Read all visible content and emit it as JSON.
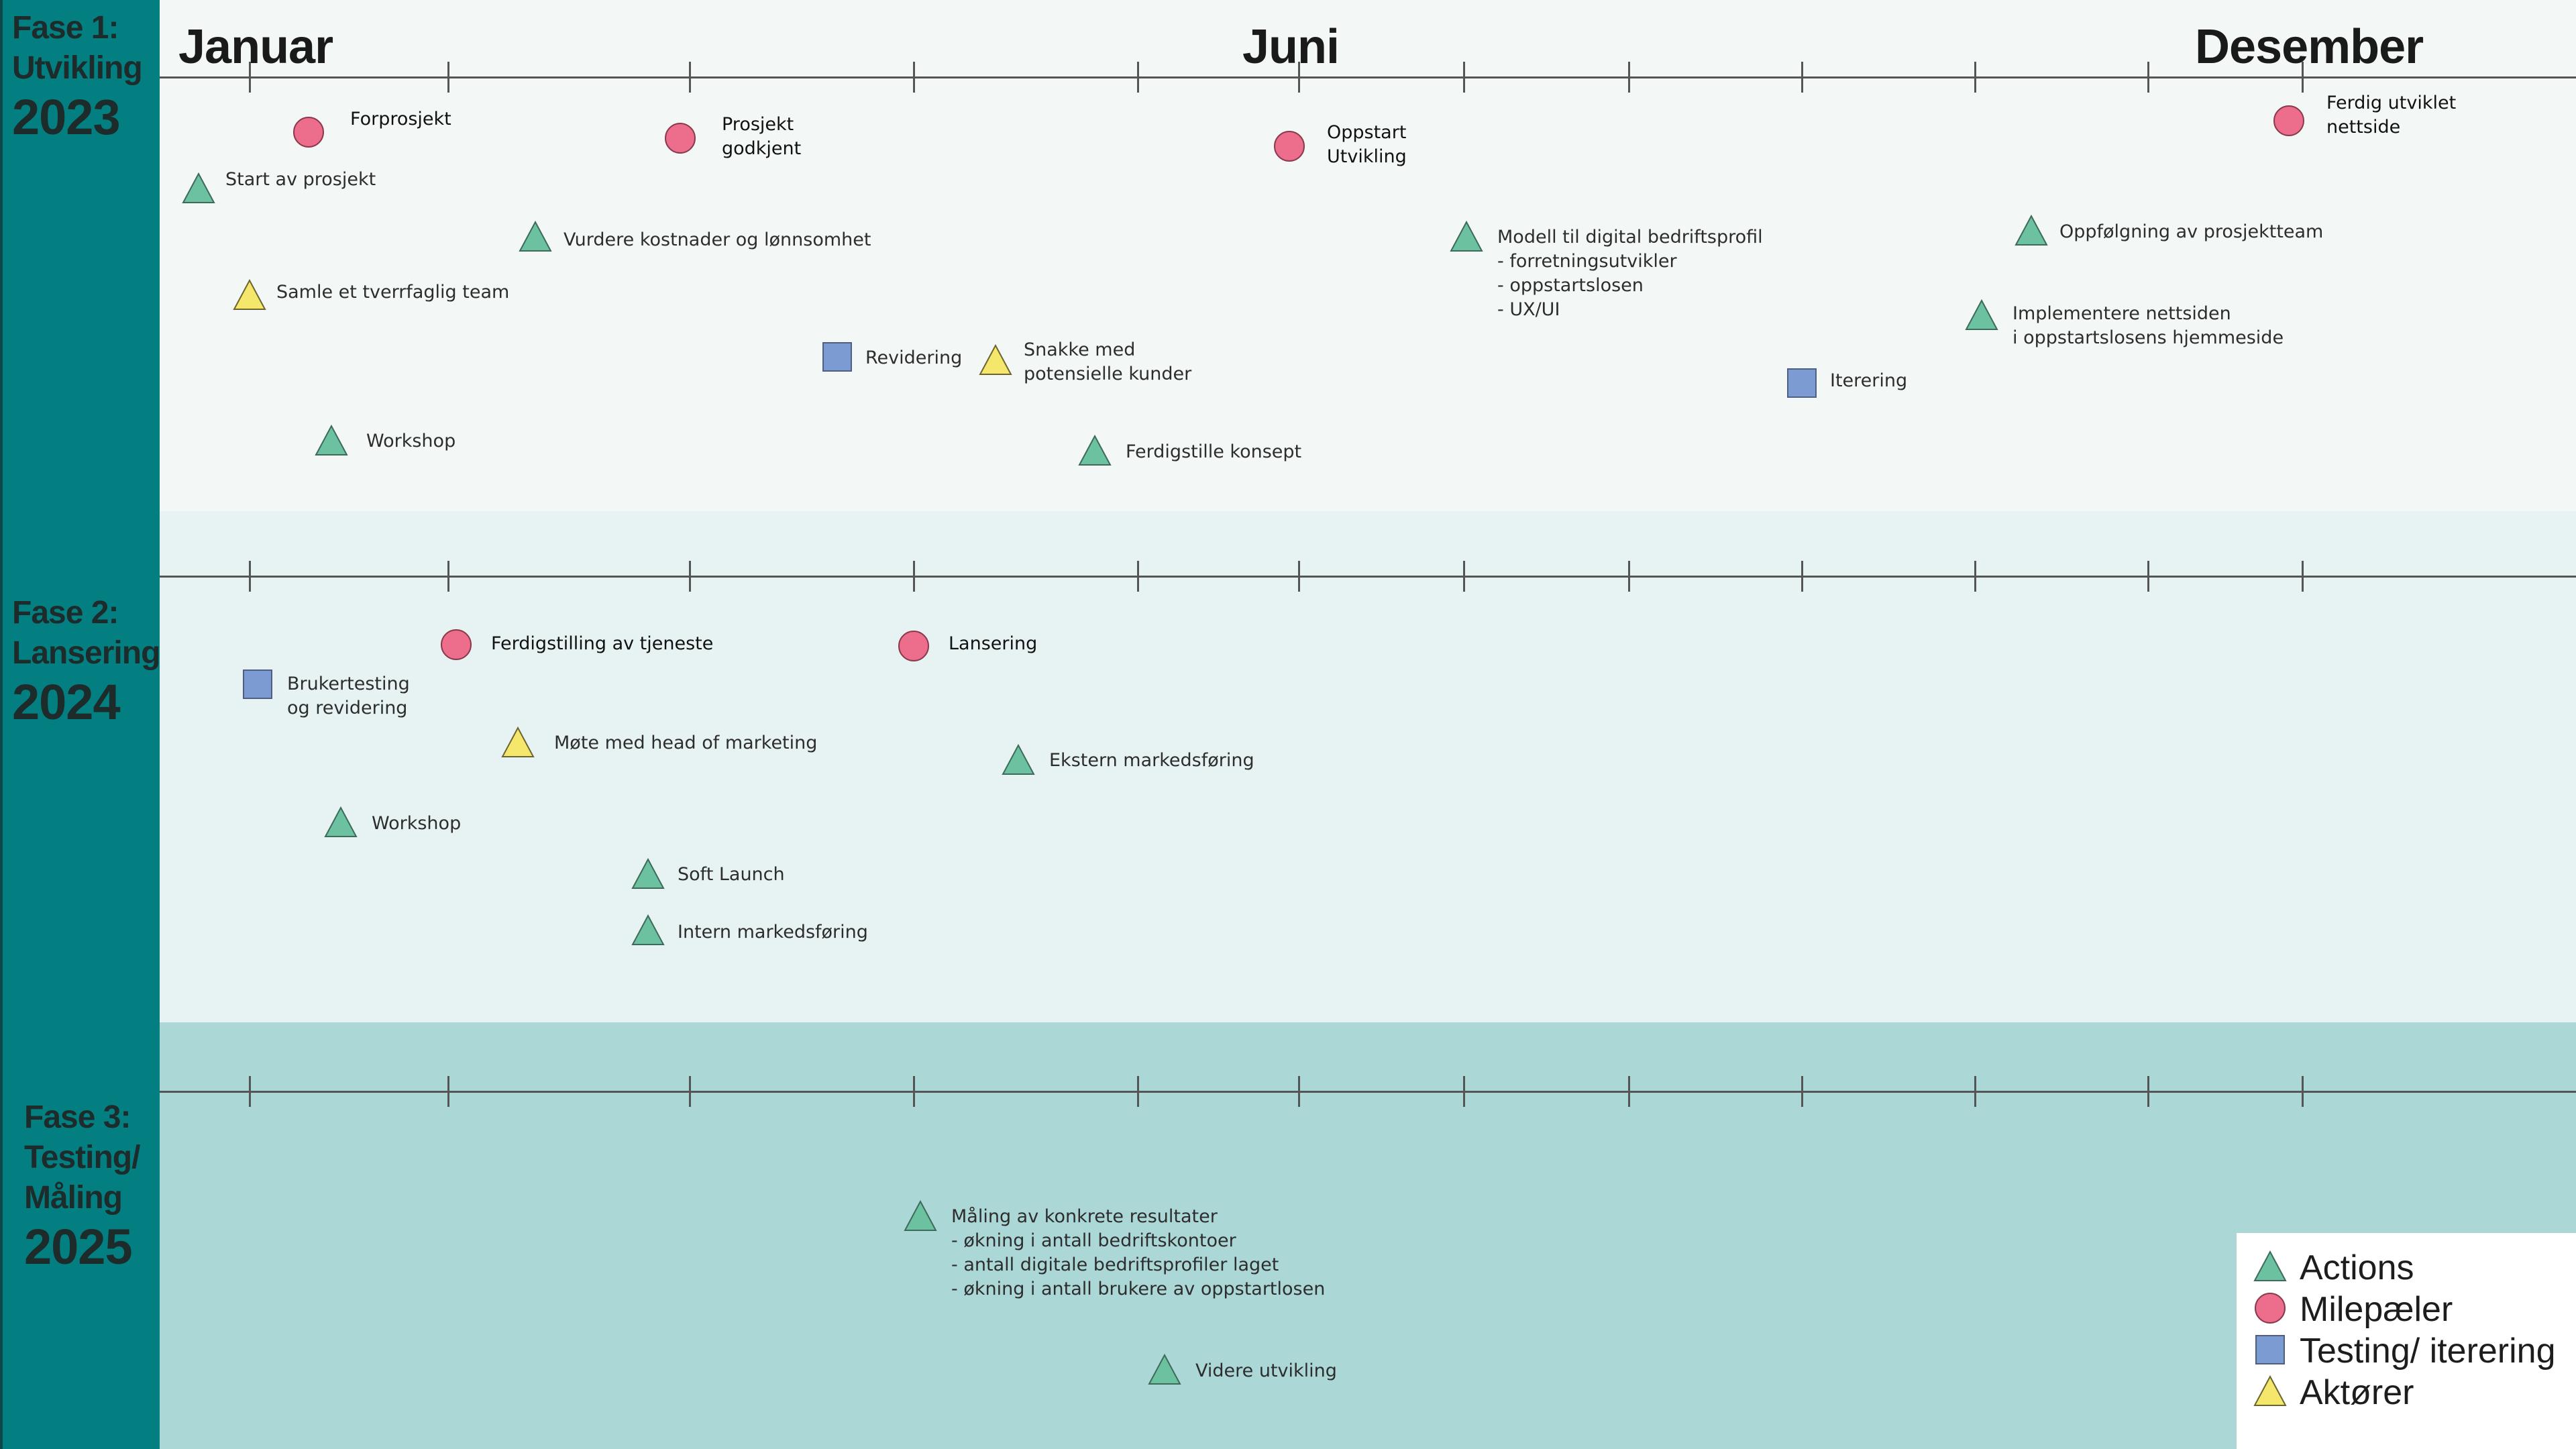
{
  "colors": {
    "action": "#6cc1a0",
    "milestone": "#ec6d8c",
    "testing": "#7b9bd2",
    "actor": "#f4e76b",
    "sidebar": "#037f82"
  },
  "months": {
    "january": "Januar",
    "june": "Juni",
    "december": "Desember"
  },
  "phases": [
    {
      "line1": "Fase 1:",
      "line2": "Utvikling",
      "line3": "",
      "year": "2023"
    },
    {
      "line1": "Fase 2:",
      "line2": "Lansering",
      "line3": "",
      "year": "2024"
    },
    {
      "line1": "Fase 3:",
      "line2": "Testing/",
      "line3": "Måling",
      "year": "2025"
    }
  ],
  "events": [
    {
      "type": "milestone",
      "label": "Forprosjekt"
    },
    {
      "type": "action",
      "label": "Start av prosjekt"
    },
    {
      "type": "actor",
      "label": "Samle et tverrfaglig team"
    },
    {
      "type": "action",
      "label": "Workshop"
    },
    {
      "type": "action",
      "label": "Vurdere kostnader og lønnsomhet"
    },
    {
      "type": "milestone",
      "label": "Prosjekt\ngodkjent"
    },
    {
      "type": "testing",
      "label": "Revidering"
    },
    {
      "type": "actor",
      "label": "Snakke med\npotensielle kunder"
    },
    {
      "type": "action",
      "label": "Ferdigstille konsept"
    },
    {
      "type": "milestone",
      "label": "Oppstart\nUtvikling"
    },
    {
      "type": "action",
      "label": "Modell til digital bedriftsprofil\n- forretningsutvikler\n- oppstartslosen\n- UX/UI"
    },
    {
      "type": "testing",
      "label": "Iterering"
    },
    {
      "type": "action",
      "label": "Implementere nettsiden\ni oppstartslosens hjemmeside"
    },
    {
      "type": "action",
      "label": "Oppfølgning av prosjektteam"
    },
    {
      "type": "milestone",
      "label": "Ferdig utviklet\nnettside"
    },
    {
      "type": "testing",
      "label": "Brukertesting\nog revidering"
    },
    {
      "type": "milestone",
      "label": "Ferdigstilling av tjeneste"
    },
    {
      "type": "actor",
      "label": "Møte med head of marketing"
    },
    {
      "type": "action",
      "label": "Workshop"
    },
    {
      "type": "action",
      "label": "Soft Launch"
    },
    {
      "type": "action",
      "label": "Intern markedsføring"
    },
    {
      "type": "milestone",
      "label": "Lansering"
    },
    {
      "type": "action",
      "label": "Ekstern markedsføring"
    },
    {
      "type": "action",
      "label": "Måling av konkrete resultater\n- økning i antall bedriftskontoer\n- antall digitale bedriftsprofiler laget\n- økning i antall brukere av oppstartlosen"
    },
    {
      "type": "action",
      "label": "Videre utvikling"
    }
  ],
  "legend": [
    {
      "type": "action",
      "label": "Actions"
    },
    {
      "type": "milestone",
      "label": "Milepæler"
    },
    {
      "type": "testing",
      "label": "Testing/ iterering"
    },
    {
      "type": "actor",
      "label": "Aktører"
    }
  ]
}
